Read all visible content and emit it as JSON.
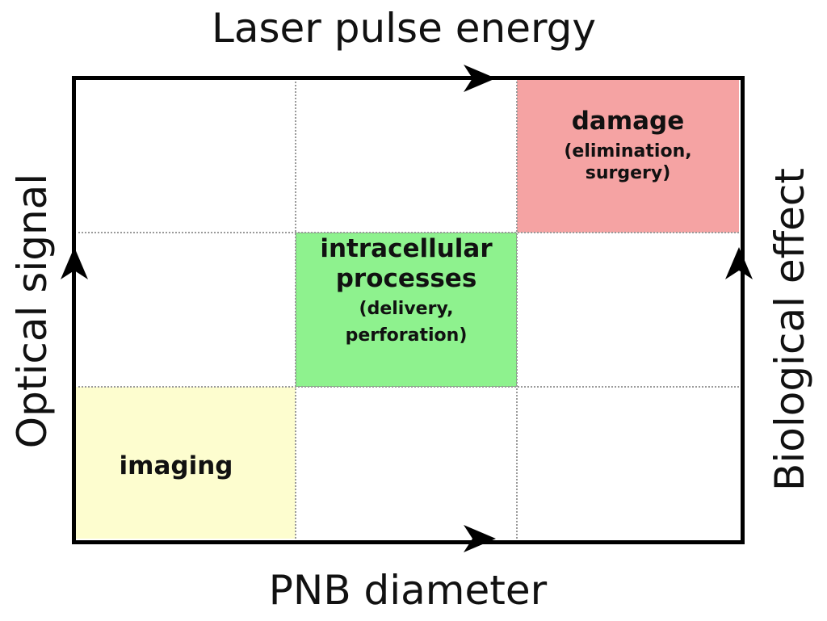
{
  "diagram": {
    "top_axis_label": "Laser pulse energy",
    "bottom_axis_label": "PNB diameter",
    "left_axis_label": "Optical signal",
    "right_axis_label": "Biological effect",
    "regions": {
      "imaging": {
        "title": "imaging",
        "color": "#fdfdcf"
      },
      "intracellular": {
        "title_line1": "intracellular",
        "title_line2": "processes",
        "detail_line1": "(delivery,",
        "detail_line2": "perforation)",
        "color": "#8ef28e"
      },
      "damage": {
        "title": "damage",
        "detail_line1": "(elimination,",
        "detail_line2": "surgery)",
        "color": "#f5a3a3"
      }
    },
    "grid": {
      "rows": 3,
      "columns": 3,
      "line_style": "dotted"
    }
  }
}
